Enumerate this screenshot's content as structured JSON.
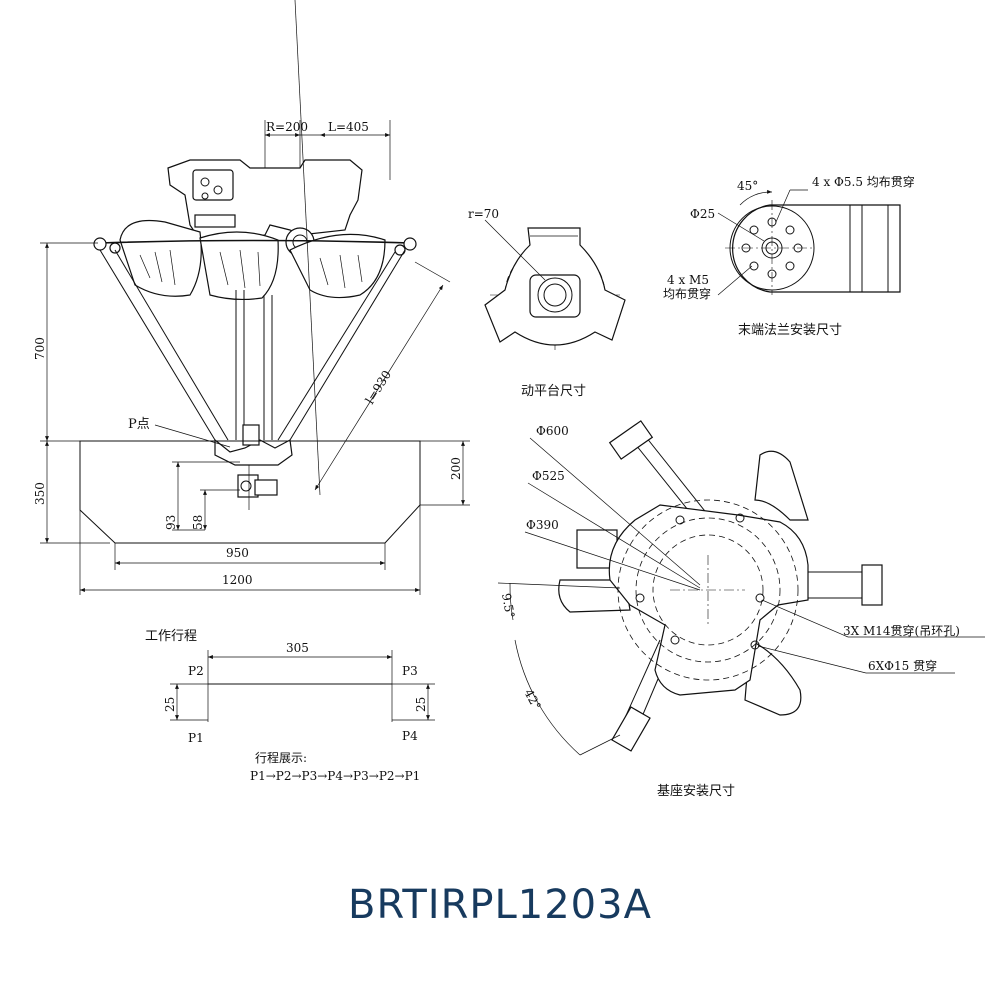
{
  "model": "BRTIRPL1203A",
  "side_view": {
    "labels": {
      "radius_top": "R=200",
      "length_top": "L=405",
      "height_upper": "700",
      "height_lower": "350",
      "arm_length": "l=930",
      "p_point": "P点",
      "depth_right": "200",
      "dim_93": "93",
      "dim_58": "58",
      "width_950": "950",
      "width_1200": "1200"
    }
  },
  "moving_platform": {
    "radius_label": "r=70",
    "caption": "动平台尺寸"
  },
  "flange": {
    "angle_label": "45°",
    "holes_top": "4 x Φ5.5 均布贯穿",
    "dia_label": "Φ25",
    "holes_m5_line1": "4 x M5",
    "holes_m5_line2": "均布贯穿",
    "caption": "末端法兰安装尺寸"
  },
  "workspace": {
    "title": "工作行程",
    "width": "305",
    "height_left": "25",
    "height_right": "25",
    "p1": "P1",
    "p2": "P2",
    "p3": "P3",
    "p4": "P4",
    "path_title": "行程展示:",
    "path": "P1→P2→P3→P4→P3→P2→P1"
  },
  "base": {
    "d600": "Φ600",
    "d525": "Φ525",
    "d390": "Φ390",
    "angle_small": "9.5°",
    "angle_large": "42°",
    "lifting_holes": "3X M14贯穿(吊环孔)",
    "mount_holes": "6XΦ15 贯穿",
    "caption": "基座安装尺寸"
  }
}
